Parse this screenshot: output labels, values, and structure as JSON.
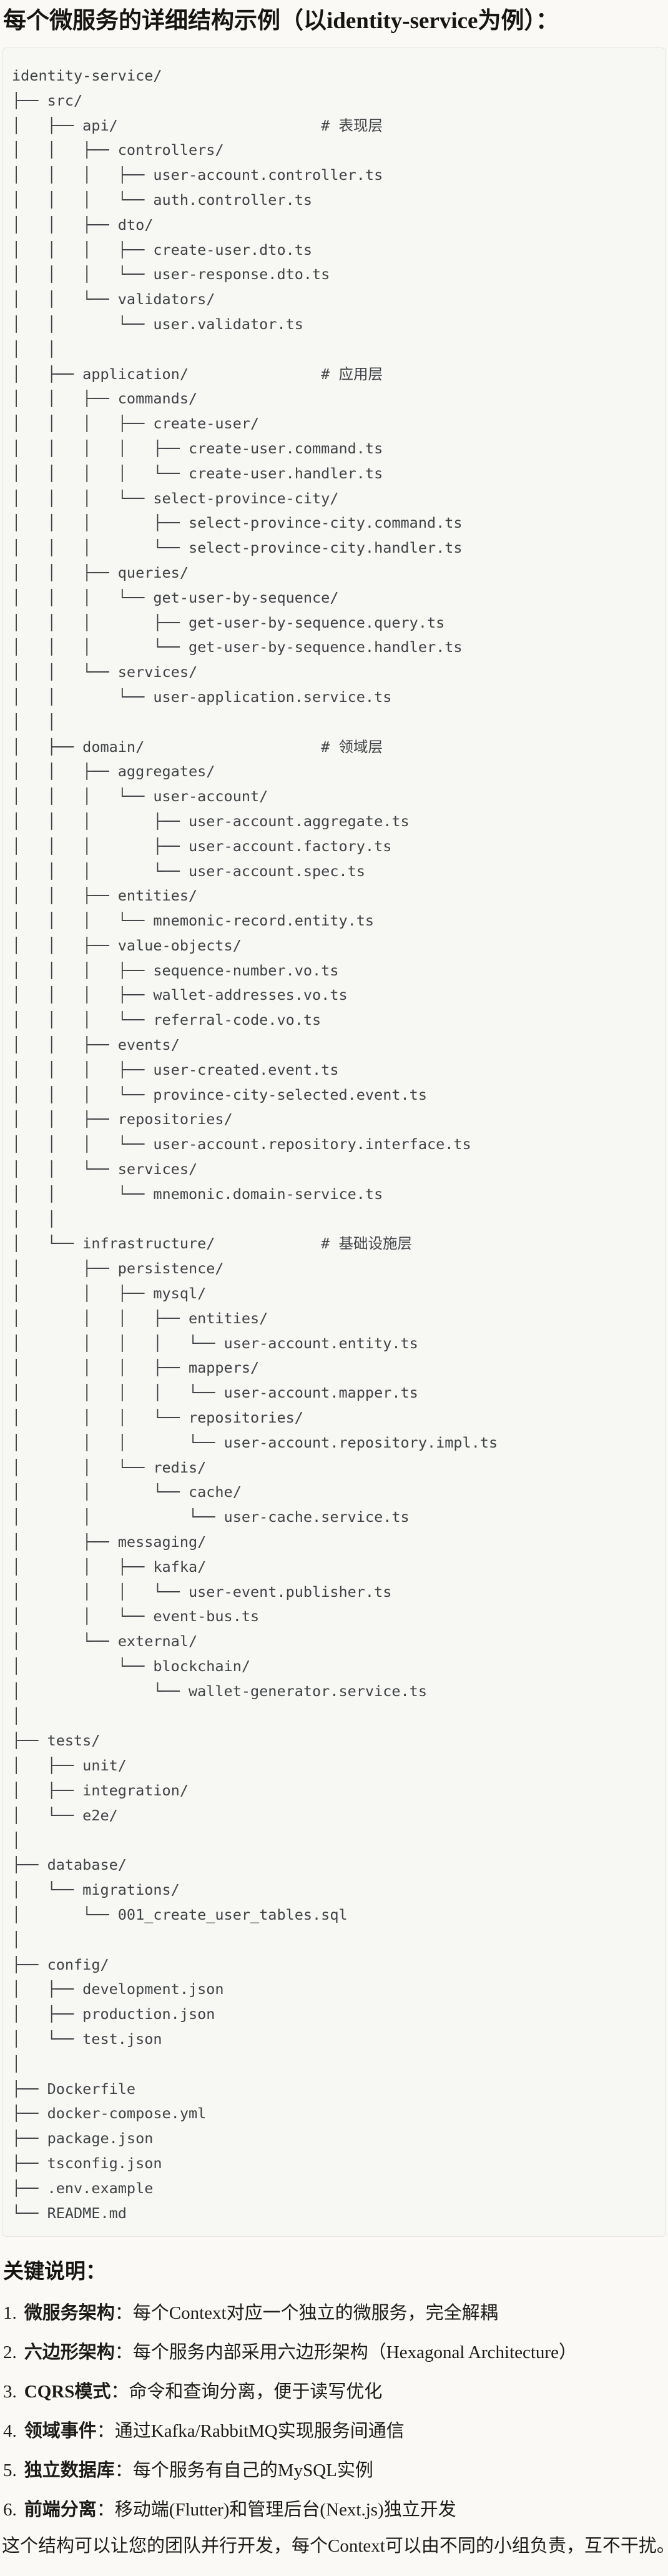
{
  "page": {
    "title": "每个微服务的详细结构示例（以identity-service为例）："
  },
  "colors": {
    "page_background": "#faf9f5",
    "code_background": "#f7f7f3",
    "code_border": "#e6e5df",
    "code_text": "#3f4246",
    "body_text": "#1c1b19"
  },
  "code_block": {
    "lines": [
      "identity-service/",
      "├── src/",
      "│   ├── api/                       # 表现层",
      "│   │   ├── controllers/",
      "│   │   │   ├── user-account.controller.ts",
      "│   │   │   └── auth.controller.ts",
      "│   │   ├── dto/",
      "│   │   │   ├── create-user.dto.ts",
      "│   │   │   └── user-response.dto.ts",
      "│   │   └── validators/",
      "│   │       └── user.validator.ts",
      "│   │",
      "│   ├── application/               # 应用层",
      "│   │   ├── commands/",
      "│   │   │   ├── create-user/",
      "│   │   │   │   ├── create-user.command.ts",
      "│   │   │   │   └── create-user.handler.ts",
      "│   │   │   └── select-province-city/",
      "│   │   │       ├── select-province-city.command.ts",
      "│   │   │       └── select-province-city.handler.ts",
      "│   │   ├── queries/",
      "│   │   │   └── get-user-by-sequence/",
      "│   │   │       ├── get-user-by-sequence.query.ts",
      "│   │   │       └── get-user-by-sequence.handler.ts",
      "│   │   └── services/",
      "│   │       └── user-application.service.ts",
      "│   │",
      "│   ├── domain/                    # 领域层",
      "│   │   ├── aggregates/",
      "│   │   │   └── user-account/",
      "│   │   │       ├── user-account.aggregate.ts",
      "│   │   │       ├── user-account.factory.ts",
      "│   │   │       └── user-account.spec.ts",
      "│   │   ├── entities/",
      "│   │   │   └── mnemonic-record.entity.ts",
      "│   │   ├── value-objects/",
      "│   │   │   ├── sequence-number.vo.ts",
      "│   │   │   ├── wallet-addresses.vo.ts",
      "│   │   │   └── referral-code.vo.ts",
      "│   │   ├── events/",
      "│   │   │   ├── user-created.event.ts",
      "│   │   │   └── province-city-selected.event.ts",
      "│   │   ├── repositories/",
      "│   │   │   └── user-account.repository.interface.ts",
      "│   │   └── services/",
      "│   │       └── mnemonic.domain-service.ts",
      "│   │",
      "│   └── infrastructure/            # 基础设施层",
      "│       ├── persistence/",
      "│       │   ├── mysql/",
      "│       │   │   ├── entities/",
      "│       │   │   │   └── user-account.entity.ts",
      "│       │   │   ├── mappers/",
      "│       │   │   │   └── user-account.mapper.ts",
      "│       │   │   └── repositories/",
      "│       │   │       └── user-account.repository.impl.ts",
      "│       │   └── redis/",
      "│       │       └── cache/",
      "│       │           └── user-cache.service.ts",
      "│       ├── messaging/",
      "│       │   ├── kafka/",
      "│       │   │   └── user-event.publisher.ts",
      "│       │   └── event-bus.ts",
      "│       └── external/",
      "│           └── blockchain/",
      "│               └── wallet-generator.service.ts",
      "│",
      "├── tests/",
      "│   ├── unit/",
      "│   ├── integration/",
      "│   └── e2e/",
      "│",
      "├── database/",
      "│   └── migrations/",
      "│       └── 001_create_user_tables.sql",
      "│",
      "├── config/",
      "│   ├── development.json",
      "│   ├── production.json",
      "│   └── test.json",
      "│",
      "├── Dockerfile",
      "├── docker-compose.yml",
      "├── package.json",
      "├── tsconfig.json",
      "├── .env.example",
      "└── README.md"
    ]
  },
  "notes": {
    "heading": "关键说明：",
    "items": [
      {
        "number": "1.",
        "label": "微服务架构",
        "separator": "：",
        "text": "每个Context对应一个独立的微服务，完全解耦"
      },
      {
        "number": "2.",
        "label": "六边形架构",
        "separator": "：",
        "text": "每个服务内部采用六边形架构（Hexagonal Architecture）"
      },
      {
        "number": "3.",
        "label": "CQRS模式",
        "separator": "：",
        "text": "命令和查询分离，便于读写优化"
      },
      {
        "number": "4.",
        "label": "领域事件",
        "separator": "：",
        "text": "通过Kafka/RabbitMQ实现服务间通信"
      },
      {
        "number": "5.",
        "label": "独立数据库",
        "separator": "：",
        "text": "每个服务有自己的MySQL实例"
      },
      {
        "number": "6.",
        "label": "前端分离",
        "separator": "：",
        "text": "移动端(Flutter)和管理后台(Next.js)独立开发"
      }
    ],
    "footer": "这个结构可以让您的团队并行开发，每个Context可以由不同的小组负责，互不干扰。"
  }
}
